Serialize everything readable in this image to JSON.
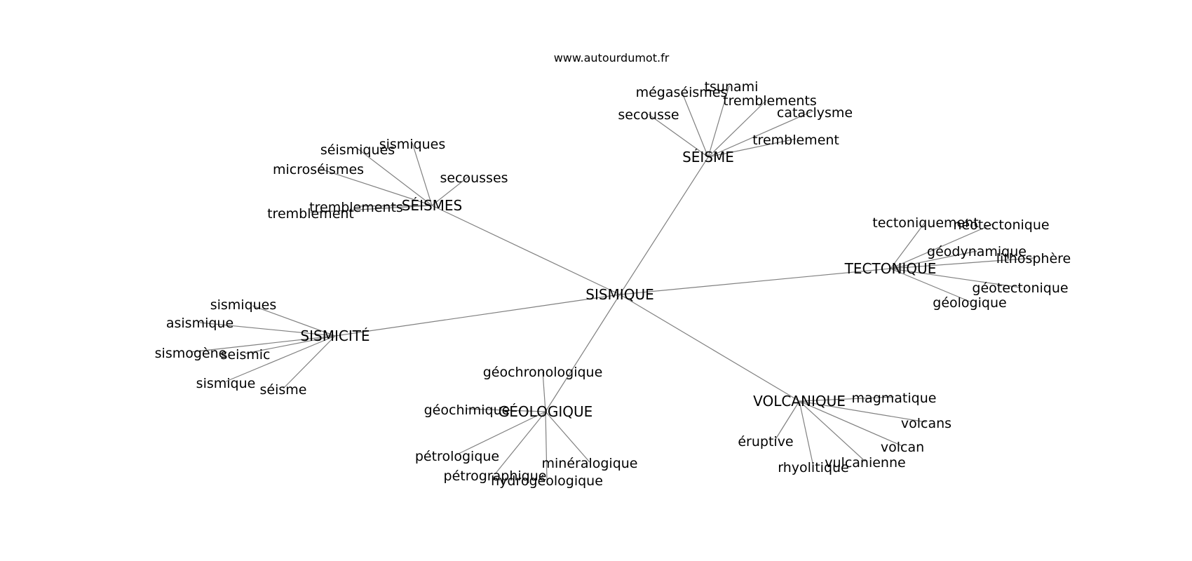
{
  "watermark": "www.autourdumot.fr",
  "center": {
    "id": "sismique",
    "label": "SISMIQUE"
  },
  "hubs": [
    {
      "id": "seisme",
      "label": "SÉISME"
    },
    {
      "id": "seismes",
      "label": "SÉISMES"
    },
    {
      "id": "tectonique",
      "label": "TECTONIQUE"
    },
    {
      "id": "sismicite",
      "label": "SISMICITÉ"
    },
    {
      "id": "geologique",
      "label": "GÉOLOGIQUE"
    },
    {
      "id": "volcanique",
      "label": "VOLCANIQUE"
    }
  ],
  "leaves": [
    {
      "hub": "seisme",
      "label": "mégaséismes"
    },
    {
      "hub": "seisme",
      "label": "tsunami"
    },
    {
      "hub": "seisme",
      "label": "tremblements"
    },
    {
      "hub": "seisme",
      "label": "secousse"
    },
    {
      "hub": "seisme",
      "label": "cataclysme"
    },
    {
      "hub": "seisme",
      "label": "tremblement"
    },
    {
      "hub": "seismes",
      "label": "séismiques"
    },
    {
      "hub": "seismes",
      "label": "sismiques"
    },
    {
      "hub": "seismes",
      "label": "microséismes"
    },
    {
      "hub": "seismes",
      "label": "secousses"
    },
    {
      "hub": "seismes",
      "label": "tremblements"
    },
    {
      "hub": "seismes",
      "label": "tremblement"
    },
    {
      "hub": "tectonique",
      "label": "tectoniquement"
    },
    {
      "hub": "tectonique",
      "label": "néotectonique"
    },
    {
      "hub": "tectonique",
      "label": "géodynamique"
    },
    {
      "hub": "tectonique",
      "label": "lithosphère"
    },
    {
      "hub": "tectonique",
      "label": "géotectonique"
    },
    {
      "hub": "tectonique",
      "label": "géologique"
    },
    {
      "hub": "sismicite",
      "label": "sismiques"
    },
    {
      "hub": "sismicite",
      "label": "asismique"
    },
    {
      "hub": "sismicite",
      "label": "sismogène"
    },
    {
      "hub": "sismicite",
      "label": "seismic"
    },
    {
      "hub": "sismicite",
      "label": "sismique"
    },
    {
      "hub": "sismicite",
      "label": "séisme"
    },
    {
      "hub": "geologique",
      "label": "géochronologique"
    },
    {
      "hub": "geologique",
      "label": "géochimique"
    },
    {
      "hub": "geologique",
      "label": "pétrologique"
    },
    {
      "hub": "geologique",
      "label": "pétrographique"
    },
    {
      "hub": "geologique",
      "label": "hydrogéologique"
    },
    {
      "hub": "geologique",
      "label": "minéralogique"
    },
    {
      "hub": "volcanique",
      "label": "magmatique"
    },
    {
      "hub": "volcanique",
      "label": "volcans"
    },
    {
      "hub": "volcanique",
      "label": "volcan"
    },
    {
      "hub": "volcanique",
      "label": "éruptive"
    },
    {
      "hub": "volcanique",
      "label": "vulcanienne"
    },
    {
      "hub": "volcanique",
      "label": "rhyolitique"
    }
  ]
}
